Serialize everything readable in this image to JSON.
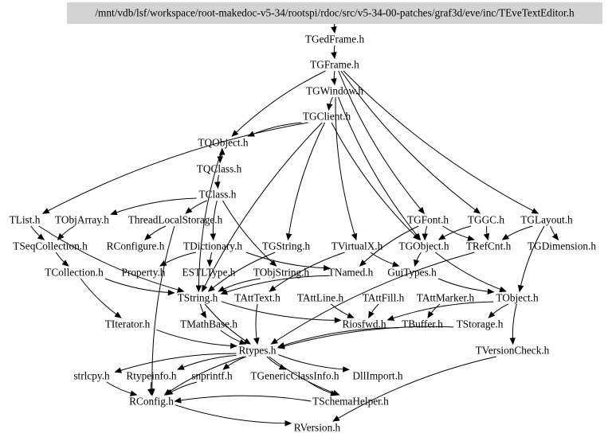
{
  "diagram": {
    "type": "include-dependency-graph",
    "root": {
      "id": "root",
      "label": "/mnt/vdb/lsf/workspace/root-makedoc-v5-34/rootspi/rdoc/src/v5-34-00-patches/graf3d/eve/inc/TEveTextEditor.h",
      "highlighted": true,
      "fill_color": "#d3d3d3"
    },
    "nodes": [
      {
        "id": "TGedFrame",
        "label": "TGedFrame.h"
      },
      {
        "id": "TGFrame",
        "label": "TGFrame.h"
      },
      {
        "id": "TGWindow",
        "label": "TGWindow.h"
      },
      {
        "id": "TGClient",
        "label": "TGClient.h"
      },
      {
        "id": "TQObject",
        "label": "TQObject.h"
      },
      {
        "id": "TQClass",
        "label": "TQClass.h"
      },
      {
        "id": "TClass",
        "label": "TClass.h"
      },
      {
        "id": "TList",
        "label": "TList.h"
      },
      {
        "id": "TObjArray",
        "label": "TObjArray.h"
      },
      {
        "id": "ThreadLocalStorage",
        "label": "ThreadLocalStorage.h"
      },
      {
        "id": "TSeqCollection",
        "label": "TSeqCollection.h"
      },
      {
        "id": "RConfigure",
        "label": "RConfigure.h"
      },
      {
        "id": "TDictionary",
        "label": "TDictionary.h"
      },
      {
        "id": "TGString",
        "label": "TGString.h"
      },
      {
        "id": "TGFont",
        "label": "TGFont.h"
      },
      {
        "id": "TGGC",
        "label": "TGGC.h"
      },
      {
        "id": "TGLayout",
        "label": "TGLayout.h"
      },
      {
        "id": "TVirtualX",
        "label": "TVirtualX.h"
      },
      {
        "id": "TGObject",
        "label": "TGObject.h"
      },
      {
        "id": "TRefCnt",
        "label": "TRefCnt.h"
      },
      {
        "id": "TGDimension",
        "label": "TGDimension.h"
      },
      {
        "id": "TCollection",
        "label": "TCollection.h"
      },
      {
        "id": "Property",
        "label": "Property.h"
      },
      {
        "id": "ESTLType",
        "label": "ESTLType.h"
      },
      {
        "id": "TObjString",
        "label": "TObjString.h"
      },
      {
        "id": "TNamed",
        "label": "TNamed.h"
      },
      {
        "id": "GuiTypes",
        "label": "GuiTypes.h"
      },
      {
        "id": "TString",
        "label": "TString.h"
      },
      {
        "id": "TAttText",
        "label": "TAttText.h"
      },
      {
        "id": "TAttLine",
        "label": "TAttLine.h"
      },
      {
        "id": "TAttFill",
        "label": "TAttFill.h"
      },
      {
        "id": "TAttMarker",
        "label": "TAttMarker.h"
      },
      {
        "id": "TObject",
        "label": "TObject.h"
      },
      {
        "id": "TIterator",
        "label": "TIterator.h"
      },
      {
        "id": "TMathBase",
        "label": "TMathBase.h"
      },
      {
        "id": "Riosfwd",
        "label": "Riosfwd.h"
      },
      {
        "id": "TBuffer",
        "label": "TBuffer.h"
      },
      {
        "id": "TStorage",
        "label": "TStorage.h"
      },
      {
        "id": "Rtypes",
        "label": "Rtypes.h"
      },
      {
        "id": "TVersionCheck",
        "label": "TVersionCheck.h"
      },
      {
        "id": "strlcpy",
        "label": "strlcpy.h"
      },
      {
        "id": "Rtypeinfo",
        "label": "Rtypeinfo.h"
      },
      {
        "id": "snprintf",
        "label": "snprintf.h"
      },
      {
        "id": "TGenericClassInfo",
        "label": "TGenericClassInfo.h"
      },
      {
        "id": "DllImport",
        "label": "DllImport.h"
      },
      {
        "id": "TSchemaHelper",
        "label": "TSchemaHelper.h"
      },
      {
        "id": "RConfig",
        "label": "RConfig.h"
      },
      {
        "id": "RVersion",
        "label": "RVersion.h"
      }
    ],
    "edges": [
      [
        "root",
        "TGedFrame"
      ],
      [
        "TGedFrame",
        "TGFrame"
      ],
      [
        "TGFrame",
        "TGWindow"
      ],
      [
        "TGFrame",
        "TQObject"
      ],
      [
        "TGFrame",
        "TGFont"
      ],
      [
        "TGFrame",
        "TGGC"
      ],
      [
        "TGFrame",
        "TGLayout"
      ],
      [
        "TGWindow",
        "TGClient"
      ],
      [
        "TGWindow",
        "TGObject"
      ],
      [
        "TGWindow",
        "TVirtualX"
      ],
      [
        "TGClient",
        "TQObject"
      ],
      [
        "TGClient",
        "TList"
      ],
      [
        "TGClient",
        "TGString"
      ],
      [
        "TGClient",
        "TGObject"
      ],
      [
        "TGClient",
        "TString"
      ],
      [
        "TQObject",
        "TQClass"
      ],
      [
        "TQClass",
        "TQObject"
      ],
      [
        "TQClass",
        "TClass"
      ],
      [
        "TQObject",
        "TString"
      ],
      [
        "TClass",
        "TObjArray"
      ],
      [
        "TClass",
        "TDictionary"
      ],
      [
        "TClass",
        "ThreadLocalStorage"
      ],
      [
        "TClass",
        "TObjString"
      ],
      [
        "TList",
        "TSeqCollection"
      ],
      [
        "TList",
        "TString"
      ],
      [
        "TObjArray",
        "TSeqCollection"
      ],
      [
        "ThreadLocalStorage",
        "RConfigure"
      ],
      [
        "ThreadLocalStorage",
        "RConfig"
      ],
      [
        "TSeqCollection",
        "TCollection"
      ],
      [
        "TDictionary",
        "Property"
      ],
      [
        "TDictionary",
        "ESTLType"
      ],
      [
        "TDictionary",
        "TNamed"
      ],
      [
        "TGString",
        "TString"
      ],
      [
        "TGFont",
        "TGObject"
      ],
      [
        "TGFont",
        "TRefCnt"
      ],
      [
        "TGFont",
        "TNamed"
      ],
      [
        "TGGC",
        "TGObject"
      ],
      [
        "TGGC",
        "TRefCnt"
      ],
      [
        "TGLayout",
        "TGDimension"
      ],
      [
        "TGLayout",
        "TRefCnt"
      ],
      [
        "TGLayout",
        "TObject"
      ],
      [
        "TVirtualX",
        "GuiTypes"
      ],
      [
        "TVirtualX",
        "TAttText"
      ],
      [
        "TGObject",
        "GuiTypes"
      ],
      [
        "TGObject",
        "TObject"
      ],
      [
        "TRefCnt",
        "Rtypes"
      ],
      [
        "TCollection",
        "TIterator"
      ],
      [
        "TCollection",
        "TString"
      ],
      [
        "TObjString",
        "TString"
      ],
      [
        "TNamed",
        "TString"
      ],
      [
        "GuiTypes",
        "TObject"
      ],
      [
        "TString",
        "TMathBase"
      ],
      [
        "TString",
        "Riosfwd"
      ],
      [
        "TString",
        "Rtypes"
      ],
      [
        "TAttText",
        "Rtypes"
      ],
      [
        "TAttLine",
        "Riosfwd"
      ],
      [
        "TAttFill",
        "Riosfwd"
      ],
      [
        "TAttMarker",
        "TBuffer"
      ],
      [
        "TObject",
        "TStorage"
      ],
      [
        "TObject",
        "Riosfwd"
      ],
      [
        "TObject",
        "TVersionCheck"
      ],
      [
        "TIterator",
        "Rtypes"
      ],
      [
        "TMathBase",
        "Rtypes"
      ],
      [
        "TBuffer",
        "Rtypes"
      ],
      [
        "TStorage",
        "Rtypes"
      ],
      [
        "Rtypes",
        "strlcpy"
      ],
      [
        "Rtypes",
        "Rtypeinfo"
      ],
      [
        "Rtypes",
        "snprintf"
      ],
      [
        "Rtypes",
        "TGenericClassInfo"
      ],
      [
        "Rtypes",
        "DllImport"
      ],
      [
        "Rtypes",
        "TSchemaHelper"
      ],
      [
        "Rtypes",
        "RConfig"
      ],
      [
        "strlcpy",
        "RConfig"
      ],
      [
        "Rtypeinfo",
        "RConfig"
      ],
      [
        "snprintf",
        "RConfig"
      ],
      [
        "TGenericClassInfo",
        "TSchemaHelper"
      ],
      [
        "TSchemaHelper",
        "RConfig"
      ],
      [
        "RConfig",
        "RVersion"
      ],
      [
        "TVersionCheck",
        "RVersion"
      ]
    ]
  }
}
